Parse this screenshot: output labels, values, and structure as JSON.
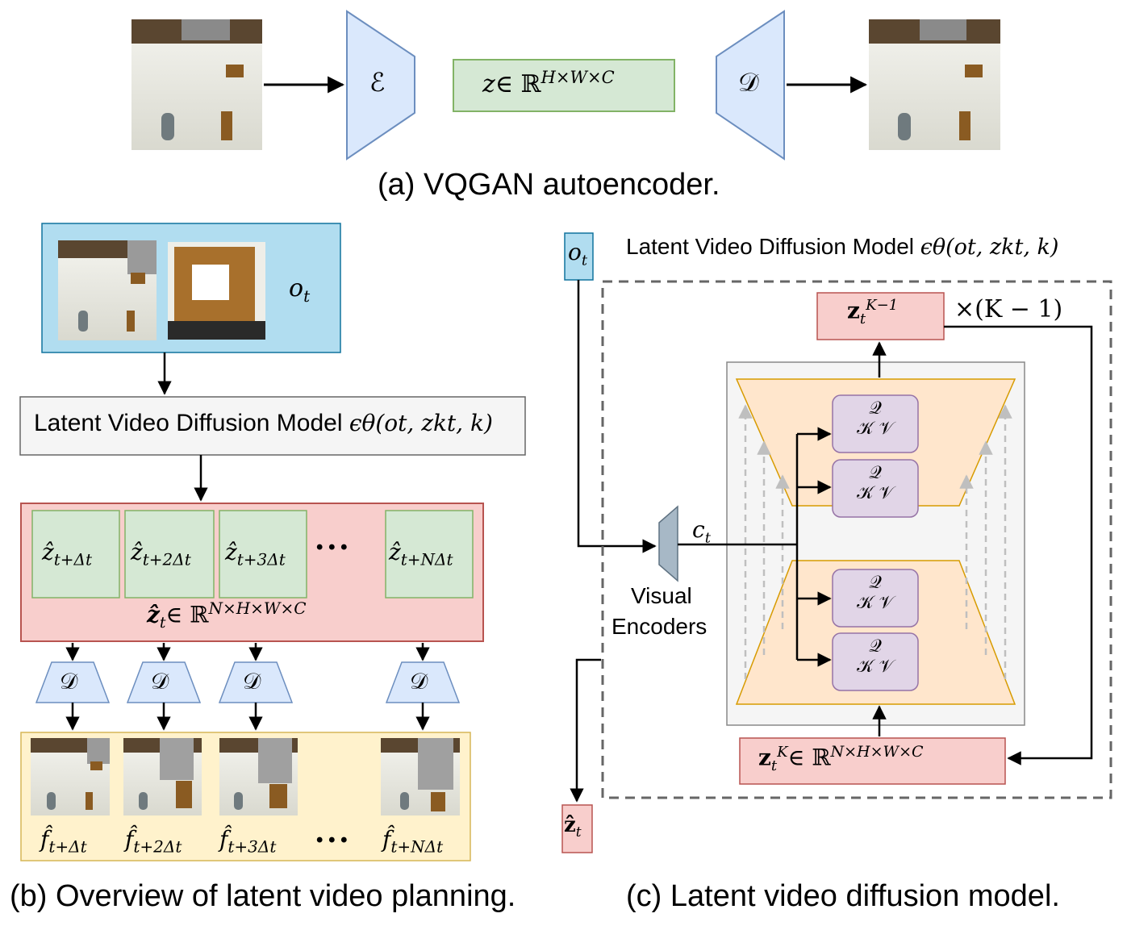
{
  "part_a": {
    "encoder_symbol": "ℰ",
    "decoder_symbol": "𝒟",
    "latent_z": "z",
    "latent_in": "∈ ℝ",
    "latent_sup": "H×W×C",
    "caption": "(a) VQGAN autoencoder."
  },
  "part_b": {
    "obs_label": "o",
    "obs_sub": "t",
    "model_label_text": "Latent Video Diffusion Model ",
    "model_label_math": "ϵθ(ot, zkt, k)",
    "latents": [
      {
        "base": "ẑ",
        "sub": "t+Δt"
      },
      {
        "base": "ẑ",
        "sub": "t+2Δt"
      },
      {
        "base": "ẑ",
        "sub": "t+3Δt"
      },
      {
        "base": "ẑ",
        "sub": "t+NΔt"
      }
    ],
    "ellipsis": "• • •",
    "latent_set_base": "ẑ",
    "latent_set_sub": "t",
    "latent_set_in": "∈ ℝ",
    "latent_set_sup": "N×H×W×C",
    "decoder_symbol": "𝒟",
    "frames": [
      {
        "base": "f̂",
        "sub": "t+Δt"
      },
      {
        "base": "f̂",
        "sub": "t+2Δt"
      },
      {
        "base": "f̂",
        "sub": "t+3Δt"
      },
      {
        "base": "f̂",
        "sub": "t+NΔt"
      }
    ],
    "caption": "(b) Overview of latent video planning."
  },
  "part_c": {
    "obs_label": "o",
    "obs_sub": "t",
    "title_text": "Latent Video Diffusion Model ",
    "title_math": "ϵθ(ot, zkt, k)",
    "top_latent_base": "z",
    "top_latent_sub": "t",
    "top_latent_sup": "K−1",
    "repeat_label": "×(K − 1)",
    "cond_label": "c",
    "cond_sub": "t",
    "encoder_label_1": "Visual",
    "encoder_label_2": "Encoders",
    "qkv_blocks": [
      {
        "q": "𝒬",
        "kv": "𝒦  𝒱"
      },
      {
        "q": "𝒬",
        "kv": "𝒦  𝒱"
      },
      {
        "q": "𝒬",
        "kv": "𝒦  𝒱"
      },
      {
        "q": "𝒬",
        "kv": "𝒦  𝒱"
      }
    ],
    "bottom_latent_base": "z",
    "bottom_latent_sub": "t",
    "bottom_latent_sup": "K",
    "bottom_latent_in": "∈ ℝ",
    "bottom_latent_set_sup": "N×H×W×C",
    "output_base": "ẑ",
    "output_sub": "t",
    "caption": "(c) Latent video diffusion model."
  },
  "colors": {
    "blue_fill": "#dae8fc",
    "blue_stroke": "#6c8ebf",
    "green_fill": "#d5e8d4",
    "green_stroke": "#82b366",
    "red_fill": "#f8cecc",
    "red_stroke": "#b85450",
    "orange_fill": "#ffe6cc",
    "orange_stroke": "#d79b00",
    "purple_fill": "#e1d5e7",
    "purple_stroke": "#9673a6",
    "yellow_fill": "#fff2cc",
    "yellow_stroke": "#d6b656",
    "sky_fill": "#b1ddf0",
    "sky_stroke": "#10739e",
    "gray_fill": "#f5f5f5",
    "encoder_fill": "#a7b8c6"
  }
}
